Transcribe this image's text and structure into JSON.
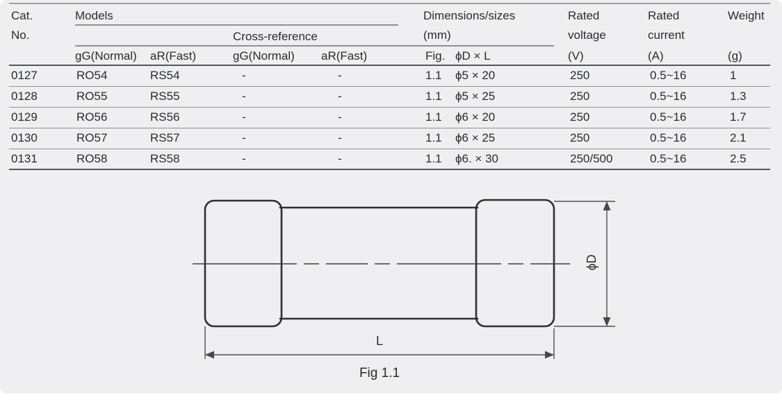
{
  "colors": {
    "bg": "#efeff1",
    "text": "#292b2f",
    "line_thin": "#8e9196",
    "line_thick": "#53565b",
    "draw": "#2c2f34",
    "dim": "#4b4e53"
  },
  "table": {
    "header": {
      "cat_line1": "Cat.",
      "cat_line2": "No.",
      "models": "Models",
      "cross_reference": "Cross-reference",
      "dimensions_line1": "Dimensions/sizes",
      "dimensions_line2": "(mm)",
      "rated_voltage_line1": "Rated",
      "rated_voltage_line2": "voltage",
      "rated_voltage_unit": "(V)",
      "rated_current_line1": "Rated",
      "rated_current_line2": "current",
      "rated_current_unit": "(A)",
      "weight": "Weight",
      "weight_unit": "(g)",
      "sub_model_gg": "gG(Normal)",
      "sub_model_ar": "aR(Fast)",
      "sub_xref_gg": "gG(Normal)",
      "sub_xref_ar": "aR(Fast)",
      "sub_fig": "Fig.",
      "sub_dxl": "ϕD × L"
    },
    "rows": [
      {
        "cat": "0127",
        "gg": "RO54",
        "ar": "RS54",
        "xgg": "-",
        "xar": "-",
        "fig": "1.1",
        "dxl": "ϕ5 × 20",
        "v": "250",
        "a": "0.5~16",
        "w": "1"
      },
      {
        "cat": "0128",
        "gg": "RO55",
        "ar": "RS55",
        "xgg": "-",
        "xar": "-",
        "fig": "1.1",
        "dxl": "ϕ5 × 25",
        "v": "250",
        "a": "0.5~16",
        "w": "1.3"
      },
      {
        "cat": "0129",
        "gg": "RO56",
        "ar": "RS56",
        "xgg": "-",
        "xar": "-",
        "fig": "1.1",
        "dxl": "ϕ6 × 20",
        "v": "250",
        "a": "0.5~16",
        "w": "1.7"
      },
      {
        "cat": "0130",
        "gg": "RO57",
        "ar": "RS57",
        "xgg": "-",
        "xar": "-",
        "fig": "1.1",
        "dxl": "ϕ6 × 25",
        "v": "250",
        "a": "0.5~16",
        "w": "2.1"
      },
      {
        "cat": "0131",
        "gg": "RO58",
        "ar": "RS58",
        "xgg": "-",
        "xar": "-",
        "fig": "1.1",
        "dxl": "ϕ6. × 30",
        "v": "250/500",
        "a": "0.5~16",
        "w": "2.5"
      }
    ]
  },
  "figure": {
    "caption": "Fig 1.1",
    "label_length": "L",
    "label_diameter": "ϕD"
  }
}
